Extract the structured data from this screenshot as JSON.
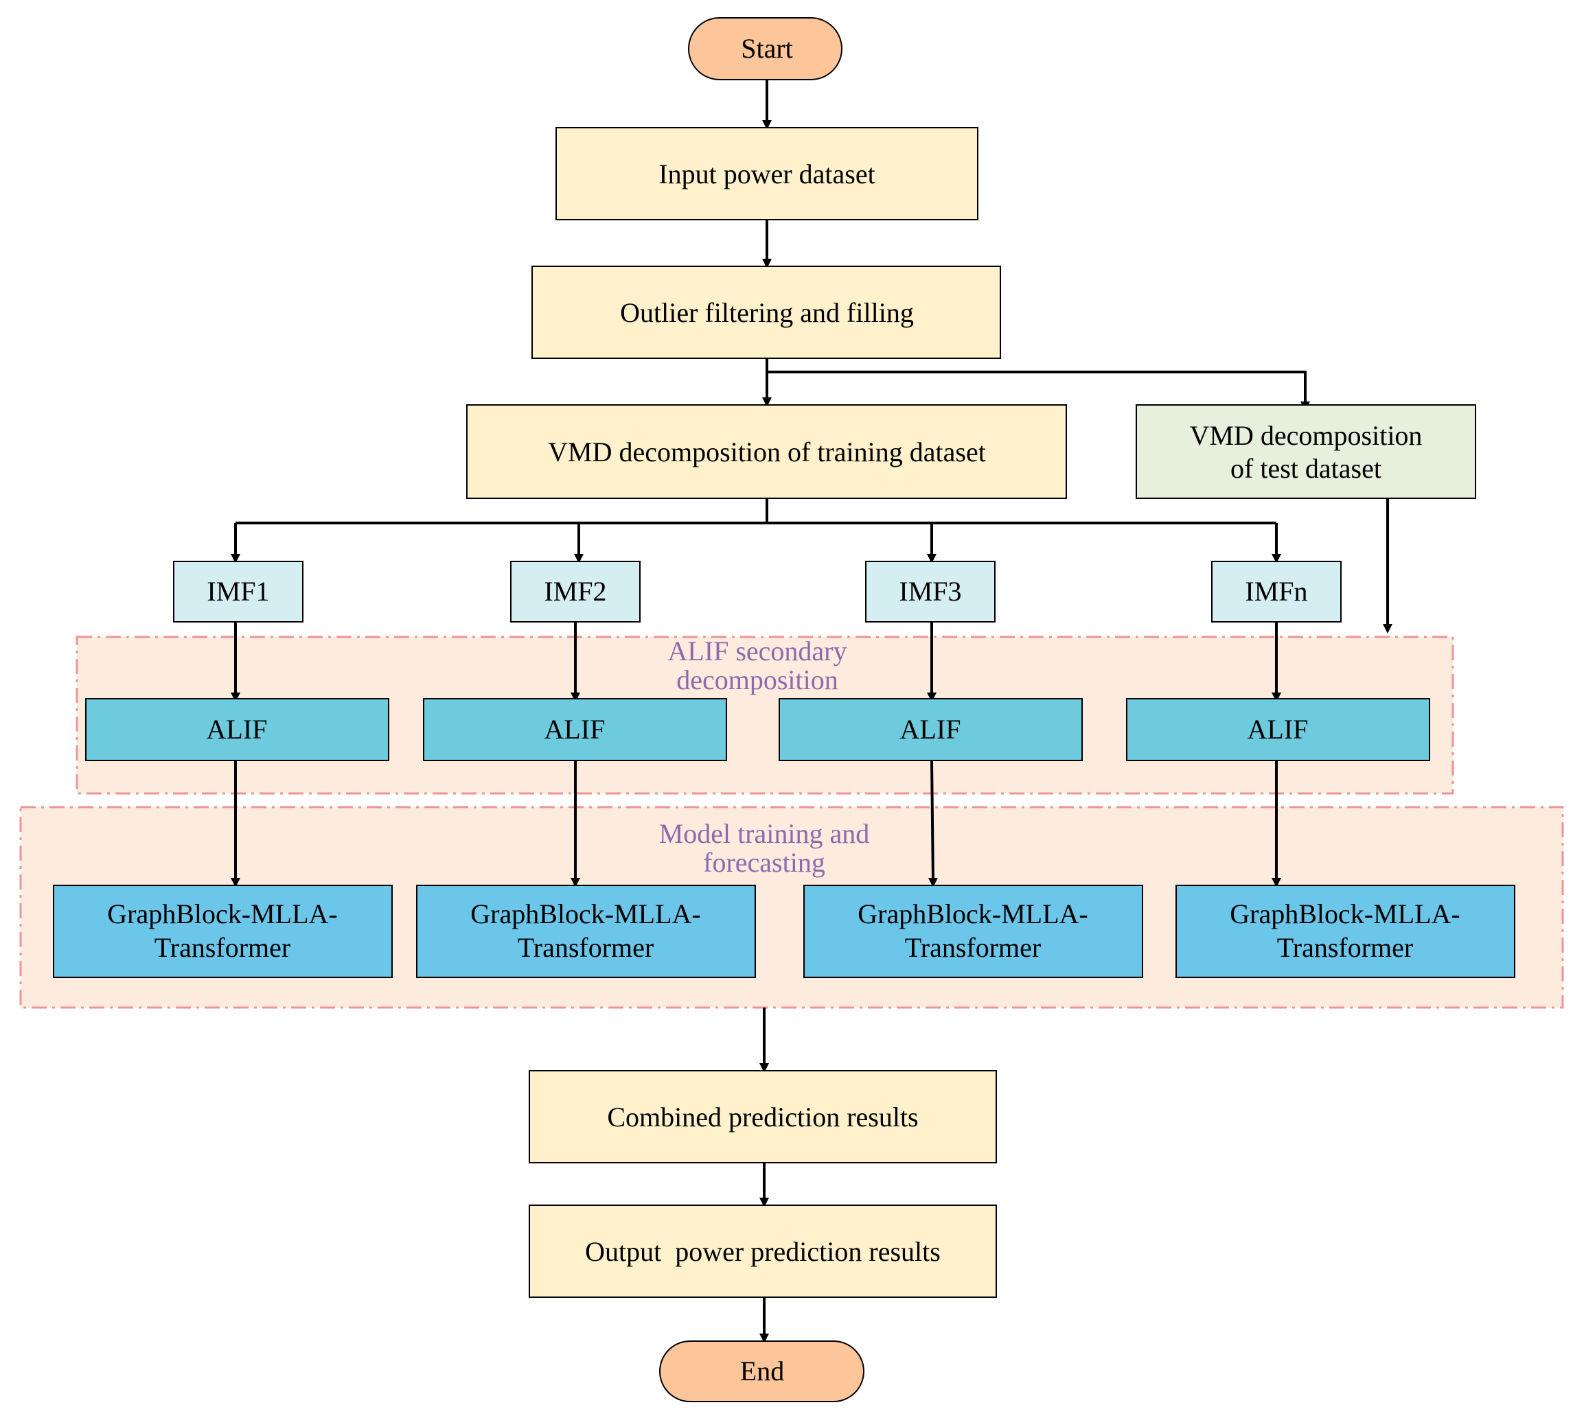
{
  "colors": {
    "terminal_fill": "#fcc59a",
    "process_fill": "#fff1cb",
    "test_fill": "#e7f0dc",
    "imf_fill": "#d5eef2",
    "alif_fill": "#6ecbdd",
    "model_fill": "#6bc6e9",
    "group_fill": "#fdebde",
    "group_border": "#ee9494",
    "group_label": "#8e69ad",
    "line": "#000000"
  },
  "flow": {
    "start": "Start",
    "input": "Input power dataset",
    "outlier": "Outlier filtering and filling",
    "vmd_train": "VMD decomposition of training dataset",
    "vmd_test": [
      "VMD decomposition",
      "of test dataset"
    ],
    "combined": "Combined prediction results",
    "output": "Output  power prediction results",
    "end": "End"
  },
  "imfs": [
    "IMF1",
    "IMF2",
    "IMF3",
    "IMFn"
  ],
  "alif": {
    "group_label": [
      "ALIF secondary",
      "decomposition"
    ],
    "items": [
      "ALIF",
      "ALIF",
      "ALIF",
      "ALIF"
    ]
  },
  "model": {
    "group_label": [
      "Model training and",
      "forecasting"
    ],
    "items": [
      [
        "GraphBlock-MLLA-",
        "Transformer"
      ],
      [
        "GraphBlock-MLLA-",
        "Transformer"
      ],
      [
        "GraphBlock-MLLA-",
        "Transformer"
      ],
      [
        "GraphBlock-MLLA-",
        "Transformer"
      ]
    ]
  }
}
